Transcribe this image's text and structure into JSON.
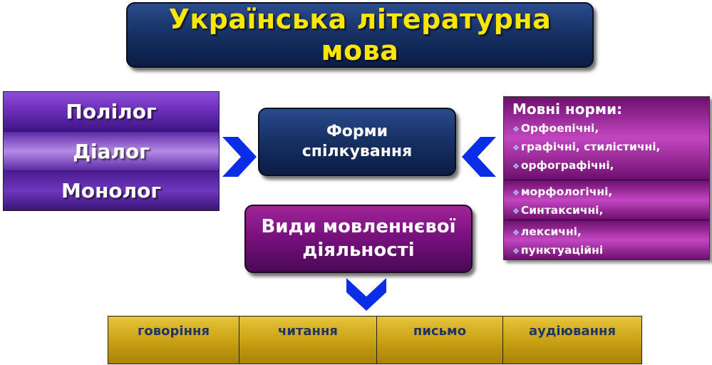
{
  "title": "Українська літературна мова",
  "forms_box": "Форми\nспілкування",
  "left_items": [
    "Полілог",
    "Діалог",
    "Монолог"
  ],
  "norms": {
    "title": "Мовні норми:",
    "groups": [
      [
        "Орфоепічні,",
        "графічні, стилістичні,",
        "орфографічні,"
      ],
      [
        "морфологічні,",
        "Синтаксичні,"
      ],
      [
        "лексичні,",
        "пунктуаційні"
      ]
    ],
    "bullet_icon": "diamond-bullet-icon"
  },
  "activity_box": "Види мовленнєвої\nдіяльності",
  "activities": [
    "говоріння",
    "читання",
    "письмо",
    "аудіювання"
  ],
  "colors": {
    "title_text": "#ffe600",
    "navy_box": "#173266",
    "purple_box": "#7a1180",
    "chevron": "#0a2ee8",
    "gold_cell": "#d0a81a",
    "cell_text": "#1f3563"
  }
}
